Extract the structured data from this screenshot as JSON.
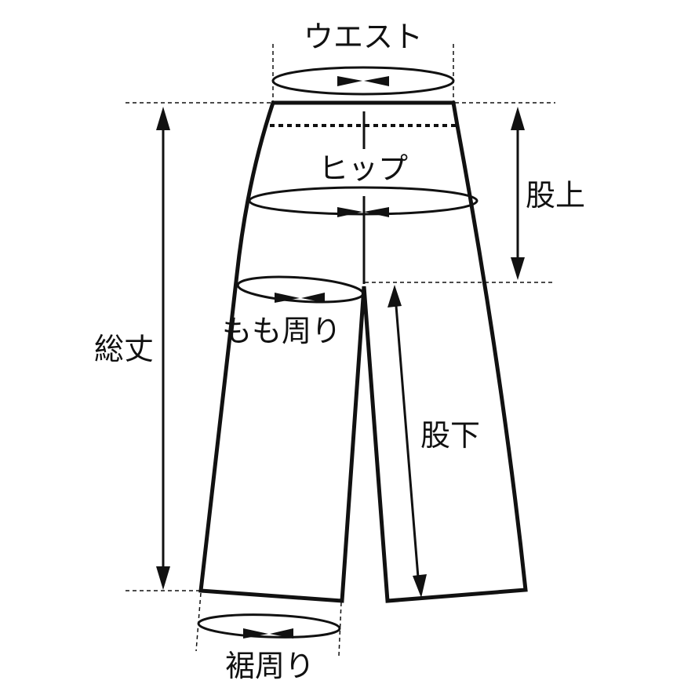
{
  "labels": {
    "waist": "ウエスト",
    "hip": "ヒップ",
    "rise": "股上",
    "total_length": "総丈",
    "thigh": "もも周り",
    "inseam": "股下",
    "hem": "裾周り"
  },
  "colors": {
    "line": "#111111",
    "background": "#ffffff"
  }
}
